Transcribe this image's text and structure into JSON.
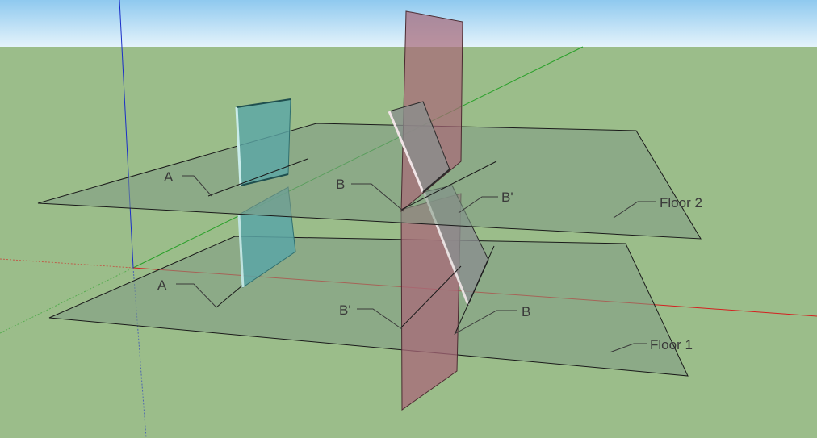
{
  "viewport": {
    "sky_color": "#cbe6f7",
    "ground_color": "#9bbd8a"
  },
  "labels": {
    "floor_2": "Floor 2",
    "floor_1": "Floor 1",
    "a_upper": "A",
    "a_lower": "A",
    "b_upper": "B",
    "b_prime_upper": "B'",
    "b_prime_lower": "B'",
    "b_lower": "B"
  },
  "colors": {
    "axis_x": "#d42020",
    "axis_y": "#2aa02a",
    "axis_z": "#1a2ec8",
    "floor_fill": "#7f9a85",
    "section_plane": "#a86878",
    "wall_glass": "#5aa6a6",
    "tilted_wall": "#8a8f8e"
  }
}
